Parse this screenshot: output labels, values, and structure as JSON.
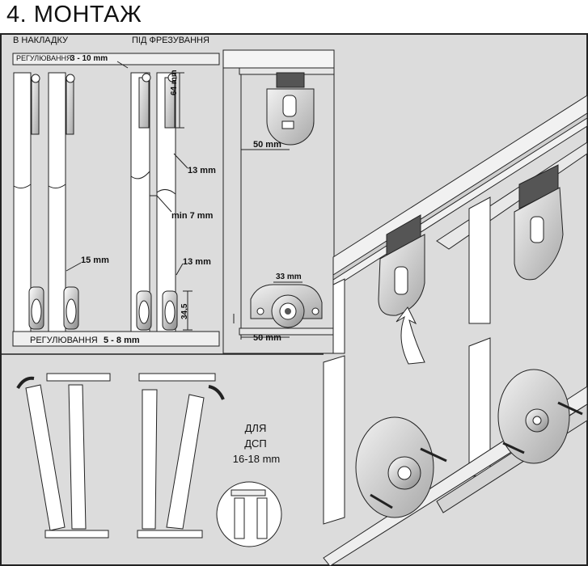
{
  "title": "4. МОНТАЖ",
  "panel1": {
    "overlay_label": "В НАКЛАДКУ",
    "router_label": "ПІД ФРЕЗУВАННЯ",
    "adjust_top_label": "РЕГУЛЮВАННЯ",
    "adjust_top_value": "3 - 10 mm",
    "adjust_bottom_label": "РЕГУЛЮВАННЯ",
    "adjust_bottom_value": "5 - 8 mm",
    "dim_64": "64 mm",
    "dim_13_top": "13 mm",
    "dim_min7": "min 7 mm",
    "dim_15": "15 mm",
    "dim_13_bottom": "13 mm",
    "dim_34": "34,5"
  },
  "panel2": {
    "dim_50_top": "50 mm",
    "dim_33": "33 mm",
    "dim_50_bottom": "50 mm"
  },
  "panel4": {
    "chipboard_line1": "ДЛЯ",
    "chipboard_line2": "ДСП",
    "chipboard_line3": "16-18 mm"
  },
  "colors": {
    "panel_bg": "#dcdcdc",
    "line": "#222222",
    "door": "#ffffff",
    "metal": "#c8c8c8"
  }
}
